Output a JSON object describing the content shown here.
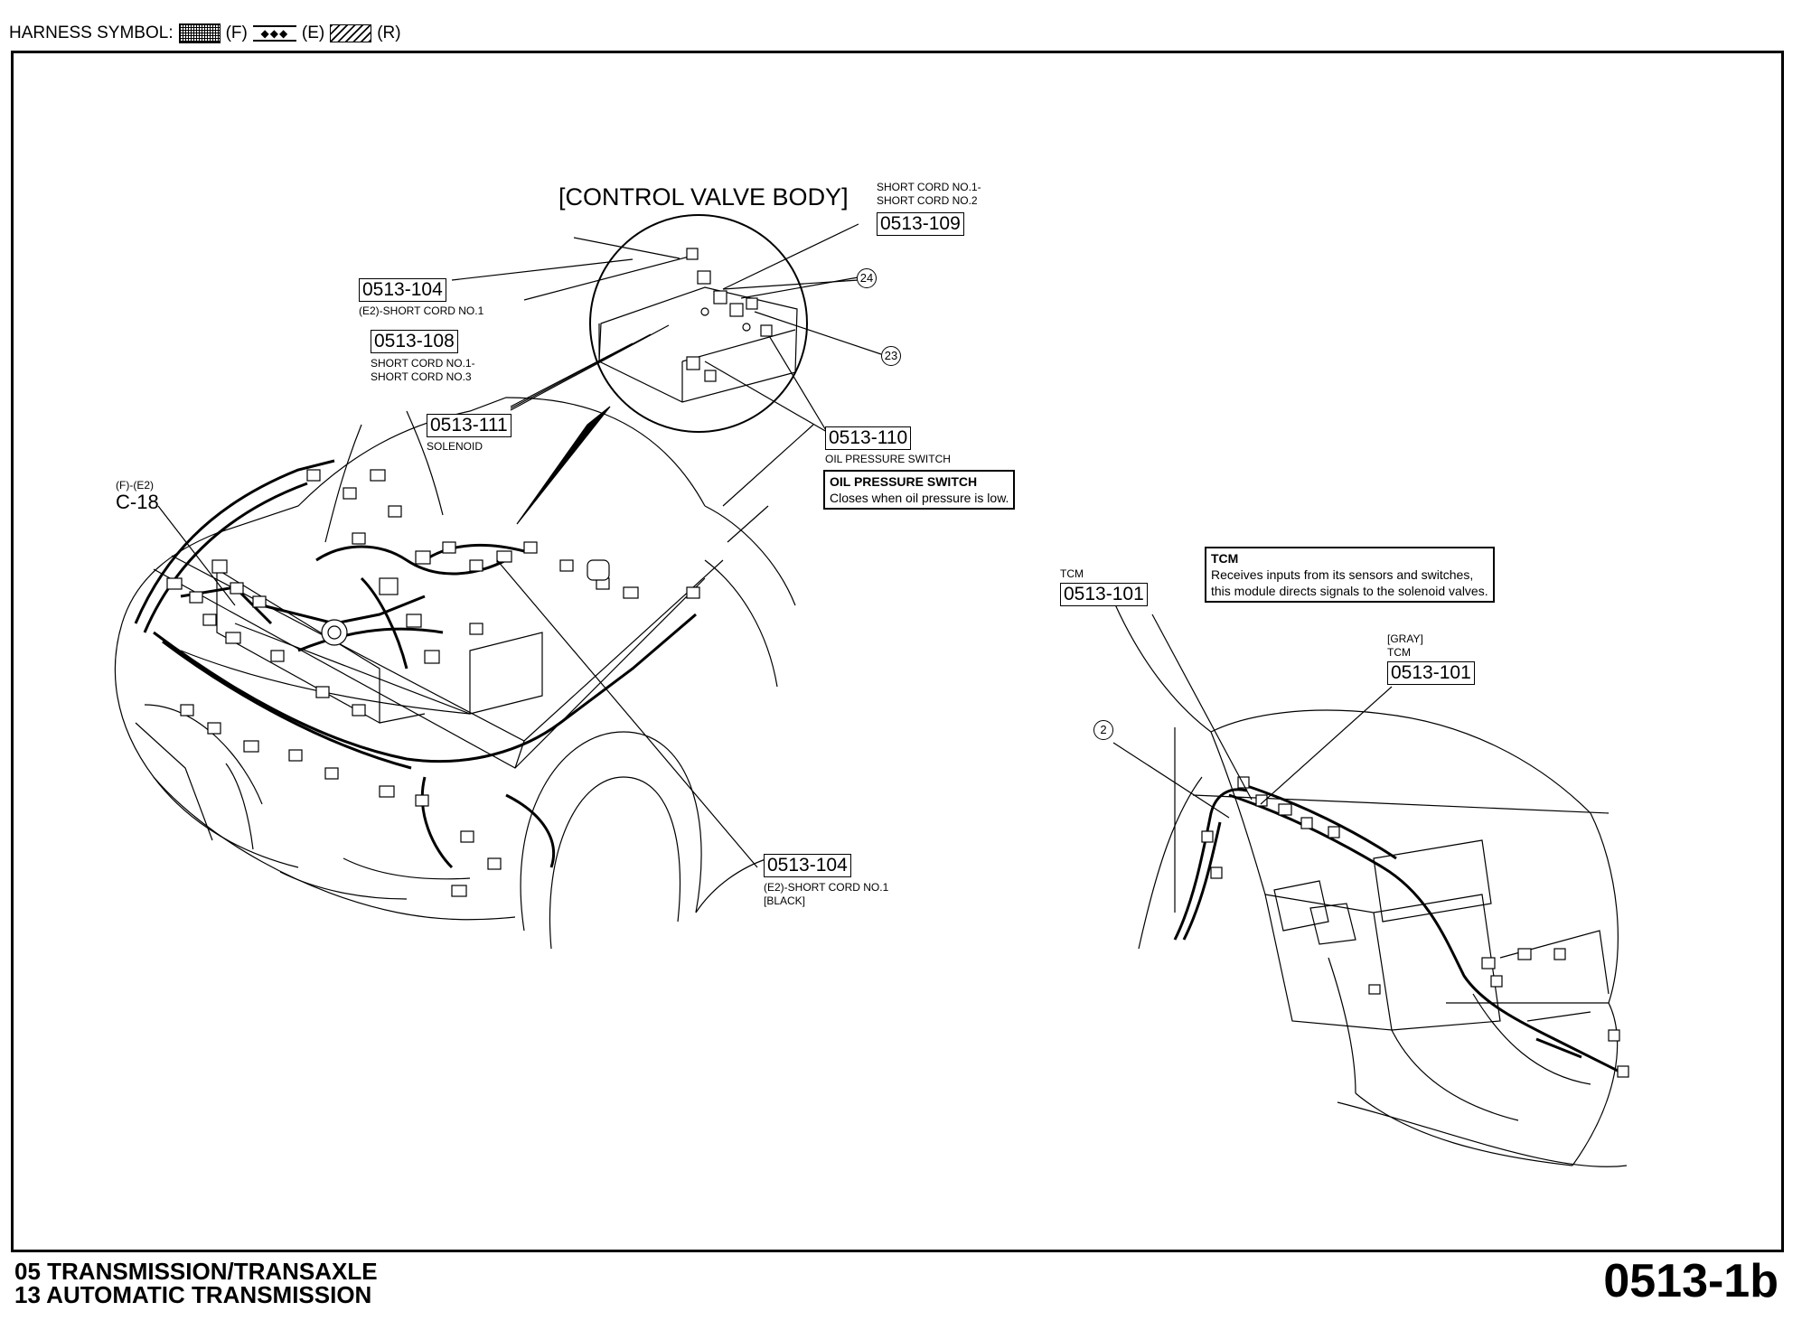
{
  "header": {
    "label": "HARNESS SYMBOL:",
    "symbols": [
      {
        "code": "(F)",
        "icon": "dotted-hatch-icon"
      },
      {
        "code": "(E)",
        "icon": "diamond-chain-icon",
        "glyph": "◆◆◆"
      },
      {
        "code": "(R)",
        "icon": "diagonal-hatch-icon"
      }
    ]
  },
  "callouts": {
    "control_valve_body": "[CONTROL VALVE BODY]",
    "c109": {
      "code": "0513-109",
      "desc1": "SHORT CORD No.1-",
      "desc2": "SHORT CORD No.2"
    },
    "c104a": {
      "code": "0513-104",
      "desc1": "(E2)-SHORT CORD No.1"
    },
    "c108": {
      "code": "0513-108",
      "desc1": "SHORT CORD No.1-",
      "desc2": "SHORT CORD No.3"
    },
    "c111": {
      "code": "0513-111",
      "desc1": "SOLENOID"
    },
    "c110": {
      "code": "0513-110",
      "desc1": "OIL PRESSURE SWITCH"
    },
    "c104b": {
      "code": "0513-104",
      "desc1": "(E2)-SHORT CORD No.1",
      "desc2": "[BLACK]"
    },
    "c101a": {
      "code": "0513-101",
      "label": "TCM"
    },
    "c101b": {
      "code": "0513-101",
      "label1": "[GRAY]",
      "label2": "TCM"
    },
    "c18": {
      "code": "C-18",
      "label": "(F)-(E2)"
    },
    "num24": "24",
    "num23": "23",
    "num2": "2"
  },
  "notes": {
    "oil_pressure_switch": {
      "title": "OIL PRESSURE SWITCH",
      "body": "Closes when oil pressure is low."
    },
    "tcm": {
      "title": "TCM",
      "line1": "Receives inputs from its sensors and switches,",
      "line2": "this module directs signals to the solenoid valves."
    }
  },
  "footer": {
    "line1": "05  TRANSMISSION/TRANSAXLE",
    "line2": "13  AUTOMATIC TRANSMISSION",
    "page_code": "0513-1b"
  }
}
